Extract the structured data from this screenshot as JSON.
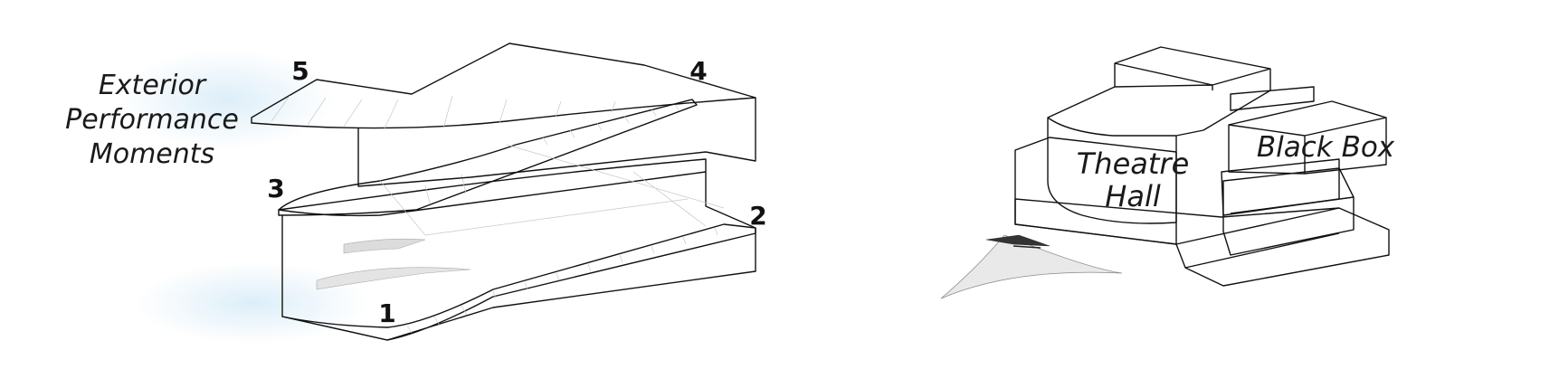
{
  "left_diagram": {
    "annotation_lines": [
      "Exterior",
      "Performance",
      "Moments"
    ],
    "point_labels": [
      "1",
      "2",
      "3",
      "4",
      "5"
    ]
  },
  "right_diagram": {
    "theatre_label_lines": [
      "Theatre",
      "Hall"
    ],
    "black_box_label": "Black Box"
  },
  "colors": {
    "ramp_fill": "#e6f3fb",
    "glow": "#d9ecf8",
    "theatre_fill": "#f4dfe1",
    "black_box_fill": "#f4dfe1",
    "white_mass": "#ffffff",
    "grey_mass": "#f3f3f3",
    "outline": "#111111"
  }
}
